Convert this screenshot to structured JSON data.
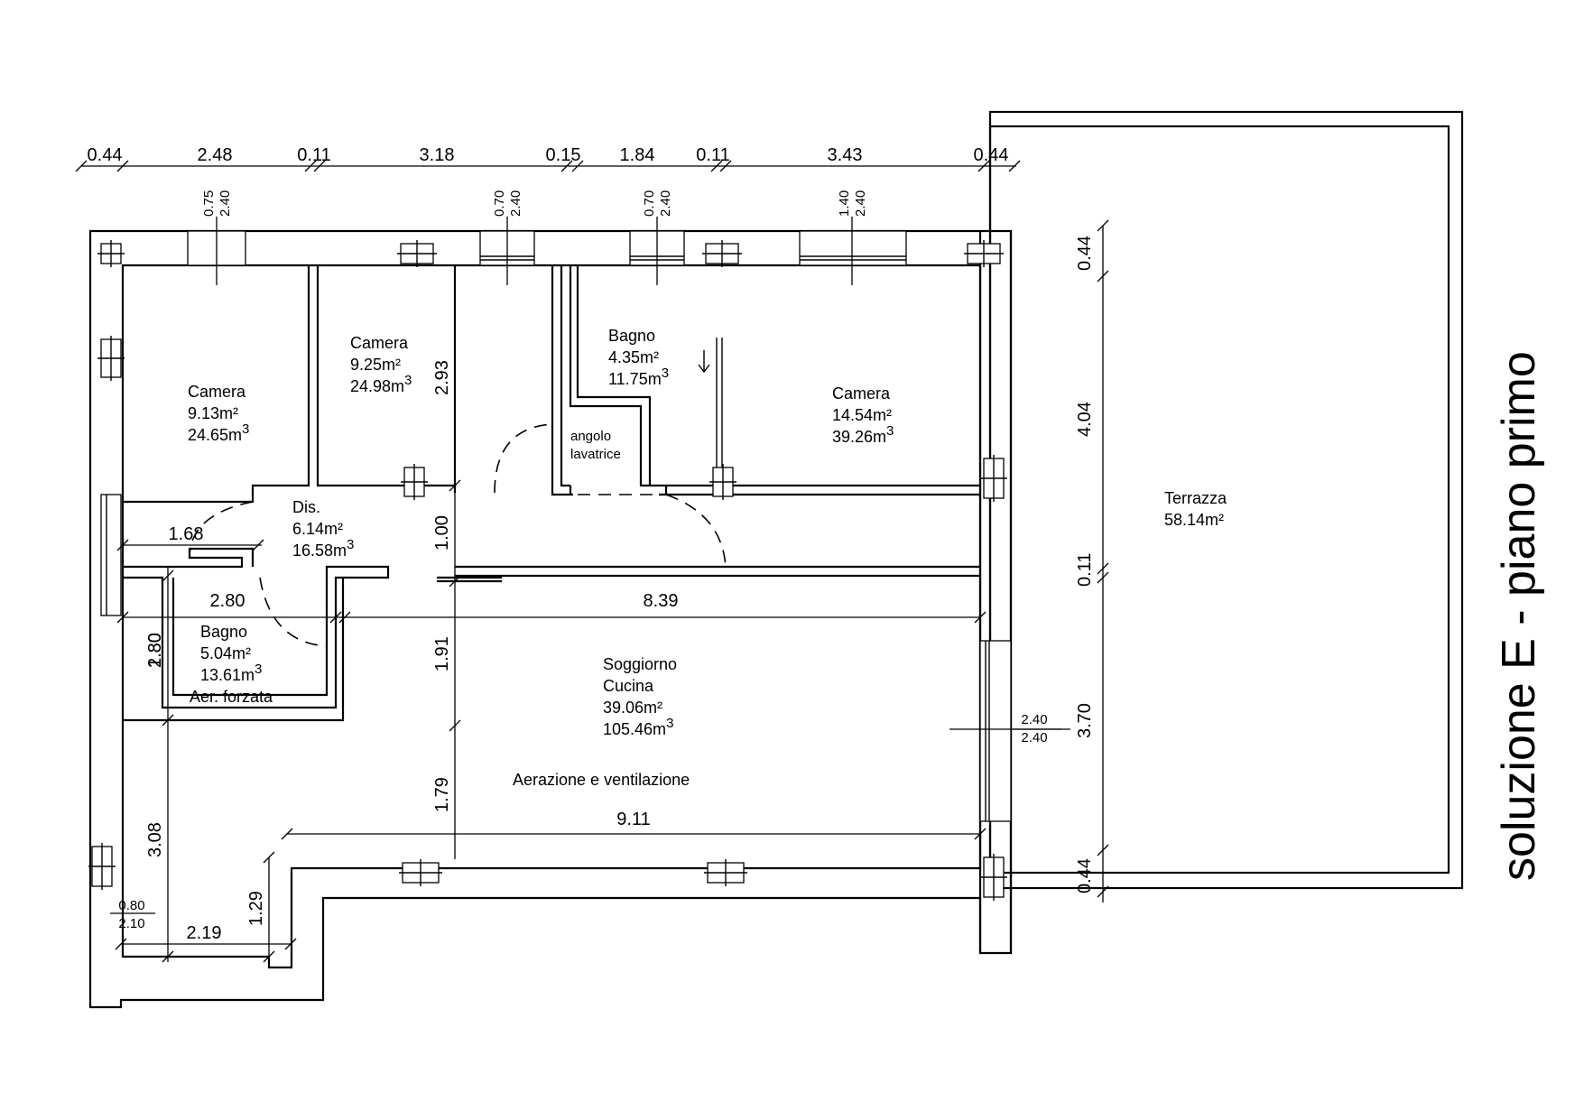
{
  "title": "soluzione E - piano primo",
  "rooms": {
    "camera1": {
      "name": "Camera",
      "area": "9.13m²",
      "volume": "24.65m",
      "exp": "3"
    },
    "camera2": {
      "name": "Camera",
      "area": "9.25m²",
      "volume": "24.98m",
      "exp": "3"
    },
    "bagno1": {
      "name": "Bagno",
      "area": "4.35m²",
      "volume": "11.75m",
      "exp": "3"
    },
    "camera3": {
      "name": "Camera",
      "area": "14.54m²",
      "volume": "39.26m",
      "exp": "3"
    },
    "angolo": {
      "line1": "angolo",
      "line2": "lavatrice"
    },
    "dis": {
      "name": "Dis.",
      "area": "6.14m²",
      "volume": "16.58m",
      "exp": "3"
    },
    "bagno2": {
      "name": "Bagno",
      "area": "5.04m²",
      "volume": "13.61m",
      "exp": "3",
      "note": "Aer. forzata"
    },
    "soggiorno": {
      "name": "Soggiorno",
      "name2": "Cucina",
      "area": "39.06m²",
      "volume": "105.46m",
      "exp": "3",
      "note": "Aerazione e ventilazione"
    },
    "terrazza": {
      "name": "Terrazza",
      "area": "58.14m²"
    }
  },
  "top_dims": [
    "0.44",
    "2.48",
    "0.11",
    "3.18",
    "0.15",
    "1.84",
    "0.11",
    "3.43",
    "0.44"
  ],
  "window_labels": [
    {
      "a": "0.75",
      "b": "2.40"
    },
    {
      "a": "0.70",
      "b": "2.40"
    },
    {
      "a": "0.70",
      "b": "2.40"
    },
    {
      "a": "1.40",
      "b": "2.40"
    }
  ],
  "terrace_dims": [
    "0.44",
    "4.04",
    "0.11",
    "3.70",
    "0.44"
  ],
  "inner_dims": {
    "camera2_h": "2.93",
    "corr_h": "1.00",
    "dis_w": "1.68",
    "bagno_w": "2.80",
    "bagno_h1": "2.80",
    "bagno_h2": "1.80",
    "liv_w": "8.39",
    "liv_h1": "1.91",
    "liv_h2": "1.79",
    "liv_bottom": "9.11",
    "left_h": "3.08",
    "step_h": "1.29",
    "entry_w": "2.19",
    "door_a": "0.80",
    "door_b": "2.10",
    "win_right_a": "2.40",
    "win_right_b": "2.40"
  }
}
